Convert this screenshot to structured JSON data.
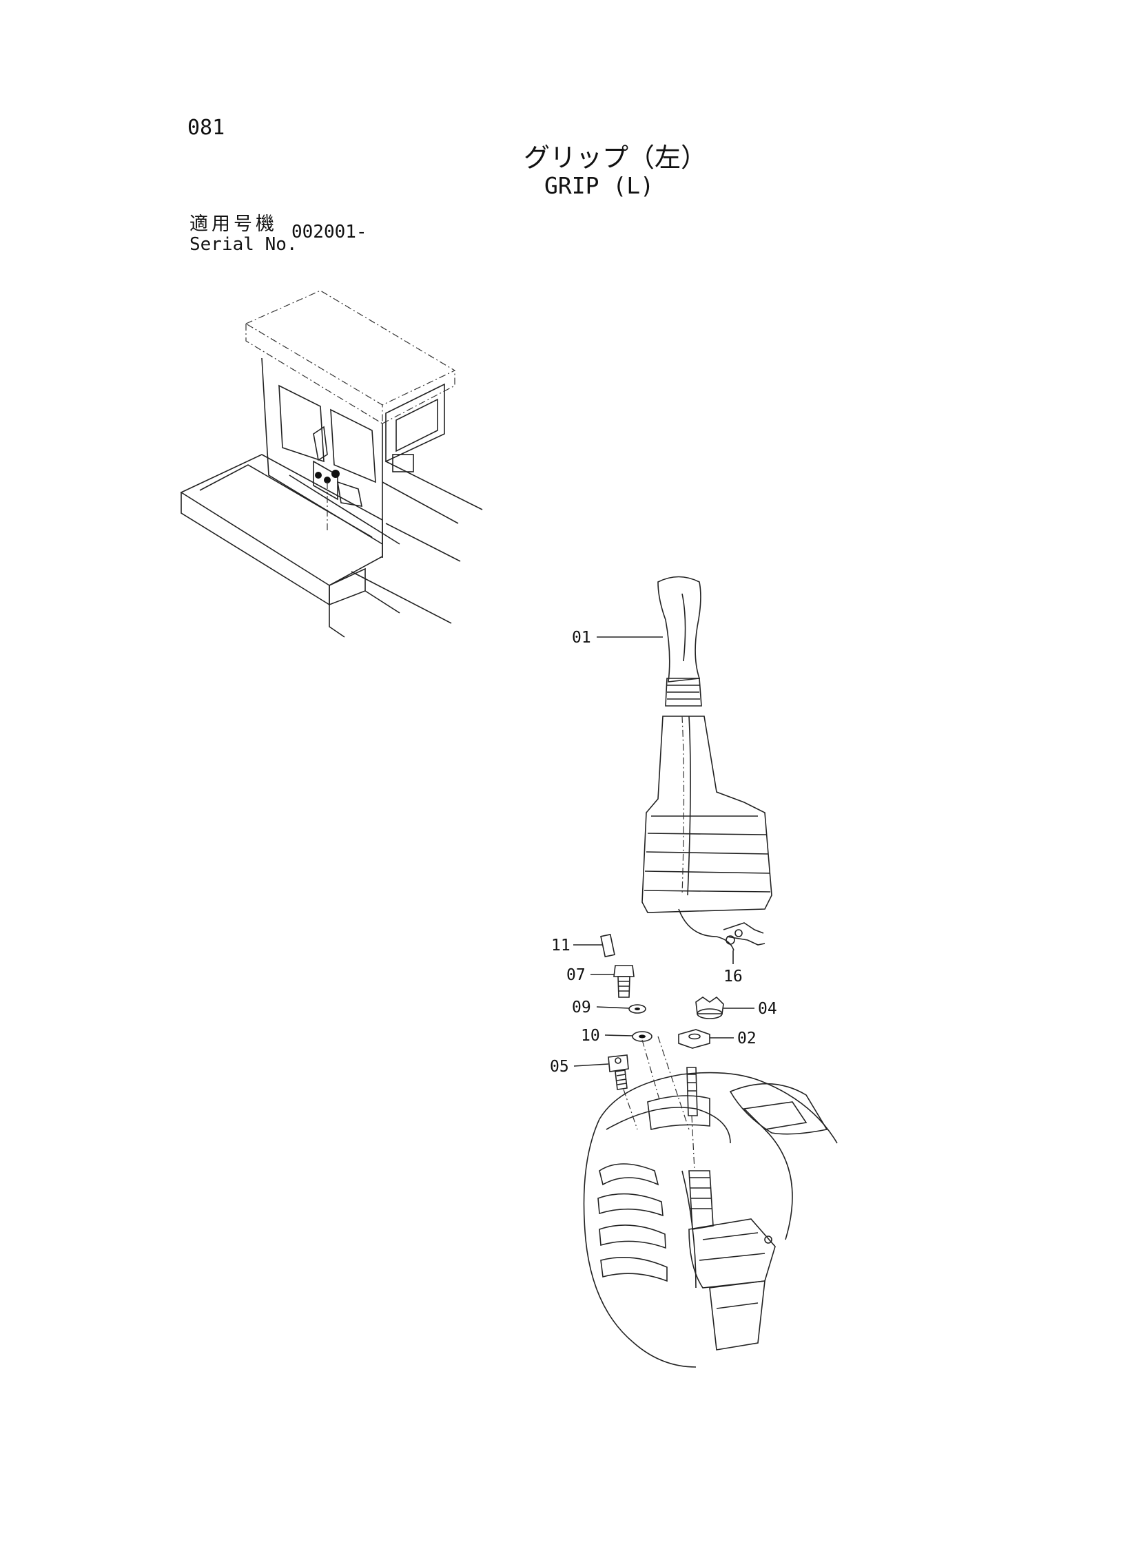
{
  "header": {
    "page_number": "081",
    "title_jp": "グリップ（左）",
    "title_en": "GRIP (L)",
    "serial_label_jp": "適用号機",
    "serial_label_en": "Serial No.",
    "serial_value": "002001-"
  },
  "callouts": [
    "01",
    "16",
    "11",
    "07",
    "09",
    "04",
    "10",
    "02",
    "05"
  ]
}
